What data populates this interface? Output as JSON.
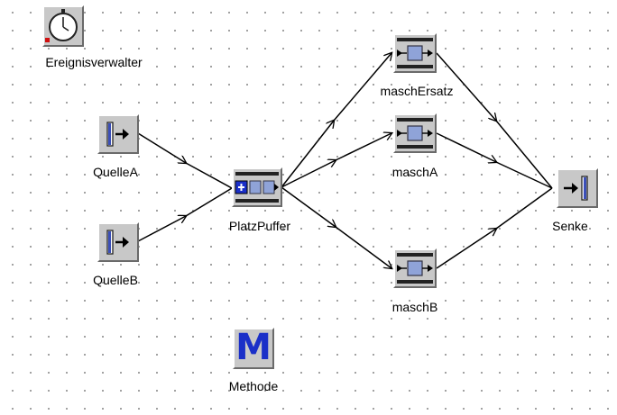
{
  "nodes": {
    "eventController": {
      "label": "Ereignisverwalter",
      "icon": "stopwatch-icon"
    },
    "sourceA": {
      "label": "QuelleA",
      "icon": "source-icon"
    },
    "sourceB": {
      "label": "QuelleB",
      "icon": "source-icon"
    },
    "buffer": {
      "label": "PlatzPuffer",
      "icon": "buffer-icon"
    },
    "machineReplacement": {
      "label": "maschErsatz",
      "icon": "machine-icon"
    },
    "machineA": {
      "label": "maschA",
      "icon": "machine-icon"
    },
    "machineB": {
      "label": "maschB",
      "icon": "machine-icon"
    },
    "drain": {
      "label": "Senke",
      "icon": "drain-icon"
    },
    "method": {
      "label": "Methode",
      "icon": "method-icon",
      "glyph": "M"
    }
  },
  "connectors": [
    {
      "from": "sourceA",
      "to": "buffer"
    },
    {
      "from": "sourceB",
      "to": "buffer"
    },
    {
      "from": "buffer",
      "to": "machineReplacement"
    },
    {
      "from": "buffer",
      "to": "machineA"
    },
    {
      "from": "buffer",
      "to": "machineB"
    },
    {
      "from": "machineReplacement",
      "to": "drain"
    },
    {
      "from": "machineA",
      "to": "drain"
    },
    {
      "from": "machineB",
      "to": "drain"
    }
  ],
  "colors": {
    "iconFace": "#c8c8c8",
    "machineBlock": "#8fa3d8",
    "methodBlue": "#1a2fc8",
    "connector": "#000000"
  }
}
